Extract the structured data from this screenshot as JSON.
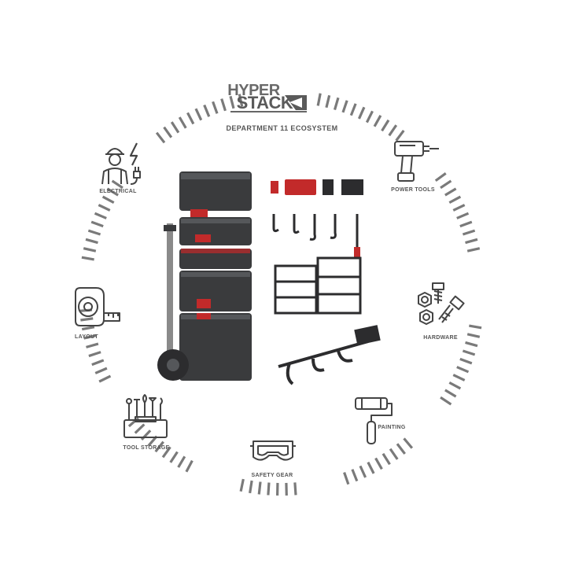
{
  "logo": {
    "line1": "HYPER",
    "line2": "STACK",
    "subtitle": "DEPARTMENT 11 ECOSYSTEM"
  },
  "categories": [
    {
      "label": "ELECTRICAL",
      "icon": "electrician-icon"
    },
    {
      "label": "POWER TOOLS",
      "icon": "drill-icon"
    },
    {
      "label": "HARDWARE",
      "icon": "hardware-icon"
    },
    {
      "label": "PAINTING",
      "icon": "paint-roller-icon"
    },
    {
      "label": "SAFETY GEAR",
      "icon": "safety-goggles-icon"
    },
    {
      "label": "TOOL STORAGE",
      "icon": "toolbox-icon"
    },
    {
      "label": "LAYOUT",
      "icon": "tape-measure-icon"
    }
  ],
  "colors": {
    "ring": "#7a7a7a",
    "icon": "#444444",
    "box": "#3a3b3d",
    "accent": "#c22a2a"
  }
}
